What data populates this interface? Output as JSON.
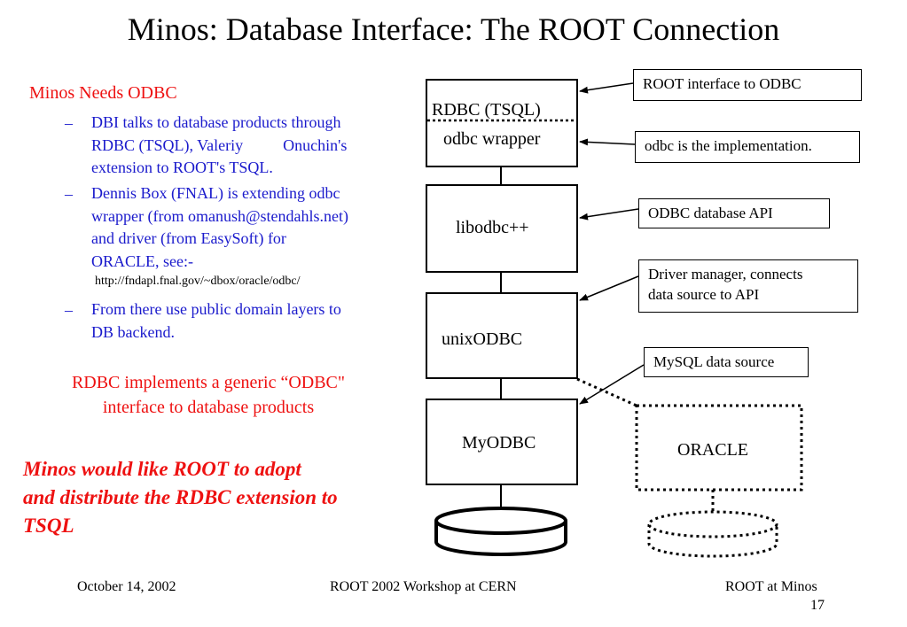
{
  "slide": {
    "title": "Minos: Database Interface: The ROOT Connection",
    "left": {
      "heading": "Minos Needs ODBC",
      "bullets": [
        {
          "lines": [
            "DBI talks to database products through",
            "RDBC (TSQL), Valeriy          Onuchin's",
            "extension to ROOT's TSQL."
          ]
        },
        {
          "lines": [
            "Dennis Box (FNAL) is extending odbc",
            "wrapper (from omanush@stendahls.net)",
            "and driver (from EasySoft) for",
            "ORACLE, see:-"
          ]
        },
        {
          "lines": [
            "From there use public domain layers to",
            "DB backend."
          ]
        }
      ],
      "url": "http://fndapl.fnal.gov/~dbox/oracle/odbc/",
      "rdbc_note": [
        "RDBC implements a generic “ODBC\"",
        "interface to database  products"
      ],
      "proposal": [
        "Minos would like ROOT to adopt",
        "and distribute the RDBC extension to",
        "TSQL"
      ]
    },
    "diagram": {
      "boxes": {
        "rdbc": "RDBC (TSQL)",
        "odbc_wrapper": "odbc wrapper",
        "libodbc": "libodbc++",
        "unixodbc": "unixODBC",
        "myodbc": "MyODBC",
        "oracle": "ORACLE"
      },
      "notes": {
        "root_interface": "ROOT interface to ODBC",
        "odbc_impl": "odbc is the implementation.",
        "odbc_api": "ODBC database API",
        "driver_manager": [
          "Driver manager, connects",
          "data source to API"
        ],
        "mysql": "MySQL data source"
      }
    },
    "footer": {
      "date": "October 14, 2002",
      "event": "ROOT 2002 Workshop at CERN",
      "section": "ROOT at Minos",
      "page": "17"
    },
    "colors": {
      "heading_red": "#ee1111",
      "bullet_blue": "#1a1acc"
    }
  }
}
